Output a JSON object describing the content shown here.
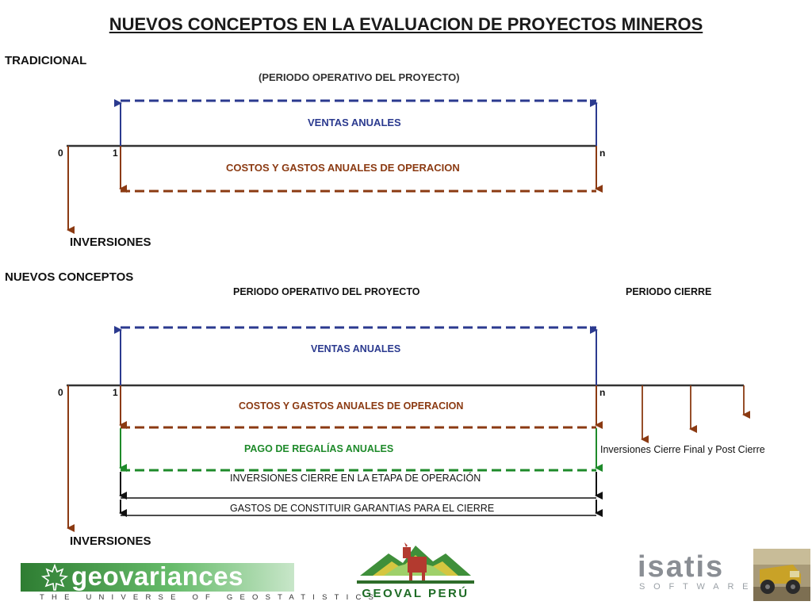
{
  "title": "NUEVOS CONCEPTOS EN LA EVALUACION DE PROYECTOS MINEROS",
  "traditional": {
    "heading": "TRADICIONAL",
    "period": "(PERIODO OPERATIVO DEL PROYECTO)",
    "sales": "VENTAS ANUALES",
    "costs": "COSTOS Y GASTOS ANUALES DE OPERACION",
    "investments": "INVERSIONES",
    "tick_0": "0",
    "tick_1": "1",
    "tick_n": "n"
  },
  "new_concepts": {
    "heading": "NUEVOS CONCEPTOS",
    "period_operative": "PERIODO OPERATIVO DEL PROYECTO",
    "period_closure": "PERIODO CIERRE",
    "sales": "VENTAS ANUALES",
    "costs": "COSTOS Y GASTOS ANUALES DE OPERACION",
    "royalties": "PAGO DE REGALÍAS ANUALES",
    "closure_investments_operation": "INVERSIONES CIERRE EN LA ETAPA DE OPERACIÓN",
    "guarantee_costs": "GASTOS DE CONSTITUIR GARANTIAS PARA EL CIERRE",
    "closure_final": "Inversiones Cierre Final y Post Cierre",
    "investments": "INVERSIONES",
    "tick_0": "0",
    "tick_1": "1",
    "tick_n": "n"
  },
  "logos": {
    "geovariances": "geovariances",
    "geovariances_tagline": "THE UNIVERSE OF GEOSTATISTICS",
    "geoval": "GEOVAL PERÚ",
    "isatis": "isatis",
    "isatis_sub": "SOFTWARE"
  },
  "colors": {
    "blue": "#2b3a8f",
    "brown": "#8b3a12",
    "green": "#1e8a2a",
    "black": "#111111",
    "axis": "#333333"
  }
}
